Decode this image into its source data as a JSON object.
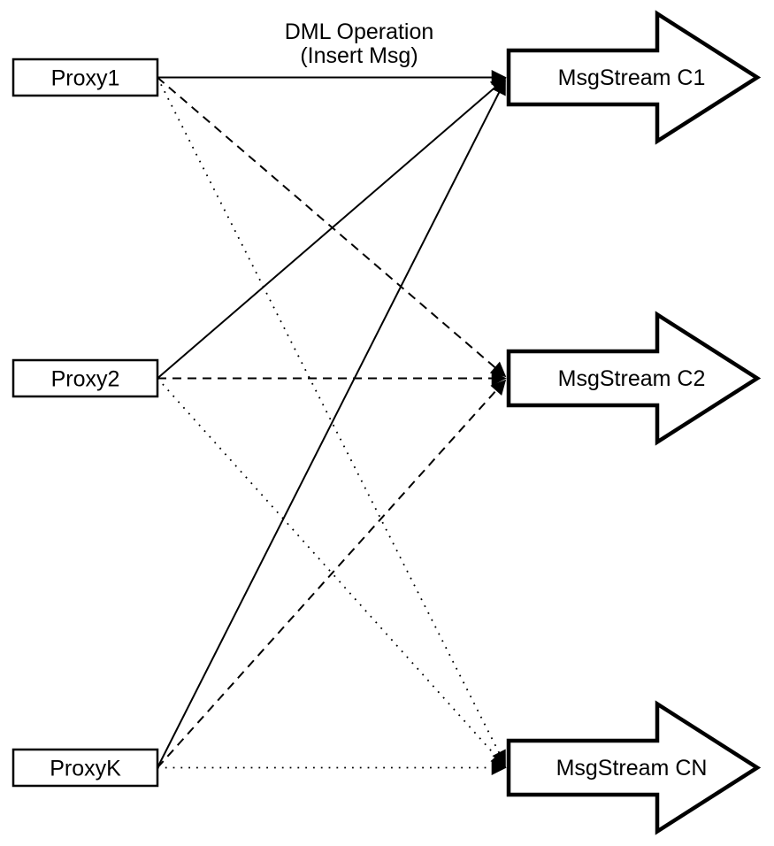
{
  "diagram": {
    "title": {
      "line1": "DML Operation",
      "line2": "(Insert Msg)"
    },
    "proxies": [
      {
        "id": "proxy1",
        "label": "Proxy1"
      },
      {
        "id": "proxy2",
        "label": "Proxy2"
      },
      {
        "id": "proxyk",
        "label": "ProxyK"
      }
    ],
    "streams": [
      {
        "id": "msgstream-c1",
        "label": "MsgStream C1"
      },
      {
        "id": "msgstream-c2",
        "label": "MsgStream C2"
      },
      {
        "id": "msgstream-cn",
        "label": "MsgStream CN"
      }
    ],
    "edges": [
      {
        "from": "Proxy1",
        "to": "MsgStream C1",
        "style": "solid"
      },
      {
        "from": "Proxy2",
        "to": "MsgStream C1",
        "style": "solid"
      },
      {
        "from": "ProxyK",
        "to": "MsgStream C1",
        "style": "solid"
      },
      {
        "from": "Proxy1",
        "to": "MsgStream C2",
        "style": "dashed"
      },
      {
        "from": "Proxy2",
        "to": "MsgStream C2",
        "style": "dashed"
      },
      {
        "from": "ProxyK",
        "to": "MsgStream C2",
        "style": "dashed"
      },
      {
        "from": "Proxy1",
        "to": "MsgStream CN",
        "style": "dotted"
      },
      {
        "from": "Proxy2",
        "to": "MsgStream CN",
        "style": "dotted"
      },
      {
        "from": "ProxyK",
        "to": "MsgStream CN",
        "style": "dotted"
      }
    ],
    "colors": {
      "line": "#000000",
      "shape_fill": "#ffffff",
      "background": "#ffffff"
    }
  }
}
